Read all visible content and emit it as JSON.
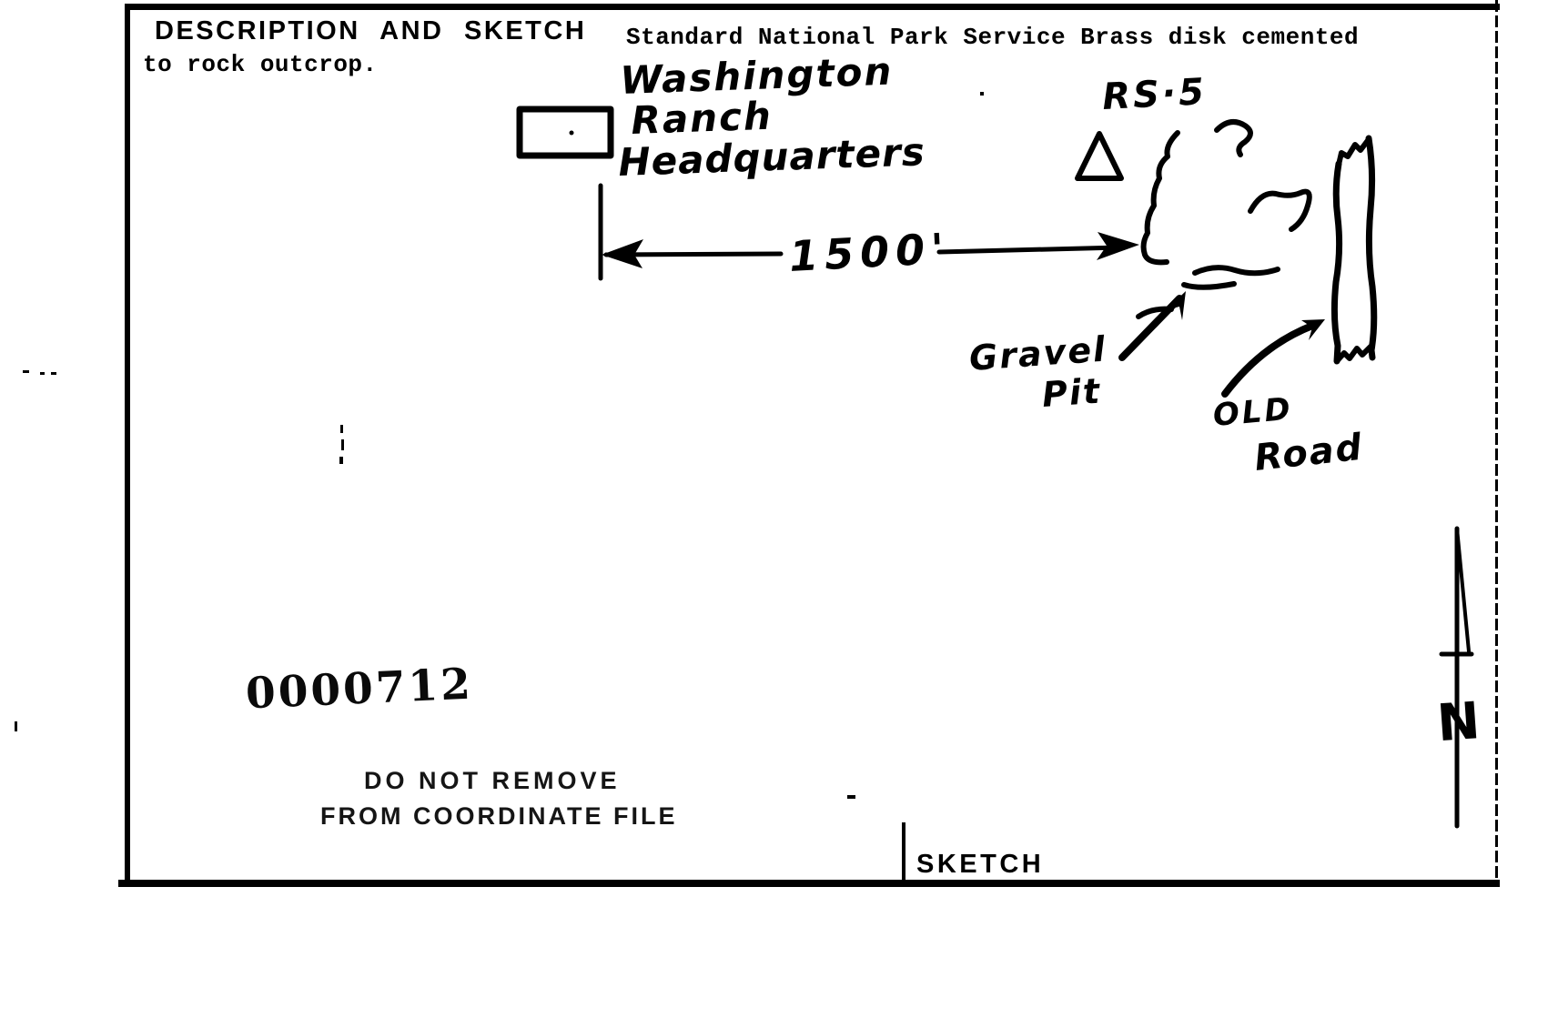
{
  "page": {
    "background": "#ffffff",
    "ink": "#000000"
  },
  "header": {
    "title": "DESCRIPTION AND SKETCH",
    "description_line1": "Standard National Park Service Brass disk cemented",
    "description_line2": "to rock outcrop."
  },
  "sketch": {
    "building_label_line1": "Washington",
    "building_label_line2": "Ranch",
    "building_label_line3": "Headquarters",
    "station_label": "RS·5",
    "distance_label": "1500'",
    "gravel_pit_line1": "Gravel",
    "gravel_pit_line2": "Pit",
    "old_road_line1": "OLD",
    "old_road_line2": "Road",
    "north_label": "N",
    "caption": "SKETCH"
  },
  "stamps": {
    "serial_number": "0000712",
    "warning_line1": "DO NOT REMOVE",
    "warning_line2": "FROM COORDINATE FILE"
  }
}
